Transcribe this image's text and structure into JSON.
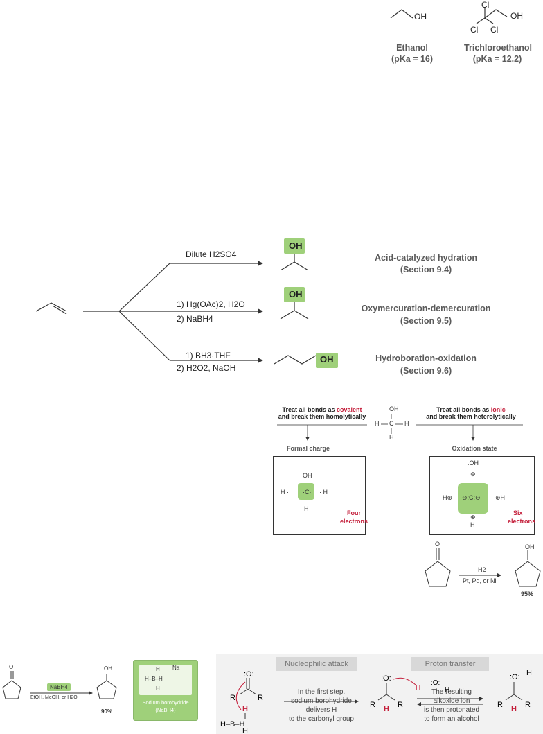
{
  "top": {
    "ethanol": {
      "formula_oh": "OH",
      "name": "Ethanol",
      "pka": "(pKa = 16)"
    },
    "trichloroethanol": {
      "cl_top": "Cl",
      "cl_left": "Cl",
      "cl_right": "Cl",
      "formula_oh": "OH",
      "name": "Trichloroethanol",
      "pka": "(pKa = 12.2)"
    }
  },
  "hydration": {
    "reactions": [
      {
        "reagent_line1": "Dilute H2SO4",
        "reagent_line2": "",
        "product_oh": "OH",
        "name": "Acid-catalyzed hydration",
        "section": "(Section 9.4)"
      },
      {
        "reagent_line1": "1) Hg(OAc)2, H2O",
        "reagent_line2": "2) NaBH4",
        "product_oh": "OH",
        "name": "Oxymercuration-demercuration",
        "section": "(Section 9.5)"
      },
      {
        "reagent_line1": "1) BH3·THF",
        "reagent_line2": "2) H2O2, NaOH",
        "product_oh": "OH",
        "name": "Hydroboration-oxidation",
        "section": "(Section 9.6)"
      }
    ]
  },
  "oxidation": {
    "left_heading_1": "Treat all bonds as ",
    "left_heading_red": "covalent",
    "left_heading_2": "and break them homolytically",
    "right_heading_1": "Treat all bonds as ",
    "right_heading_red": "ionic",
    "right_heading_2": "and break them heterolytically",
    "center_oh": "OH",
    "center_h_left": "H",
    "center_c": "C",
    "center_h_right": "H",
    "center_h_bottom": "H",
    "formal_title": "Formal charge",
    "oxstate_title": "Oxidation state",
    "four": "Four",
    "four_electrons": "electrons",
    "six": "Six",
    "six_electrons": "electrons"
  },
  "hydrogenation": {
    "reagent_top": "H2",
    "reagent_bottom": "Pt, Pd, or Ni",
    "product_oh": "OH",
    "o_label": "O",
    "yield": "95%"
  },
  "borohydride": {
    "o_label": "O",
    "reagent": "NaBH4",
    "solvent": "EtOH, MeOH, or H2O",
    "product_oh": "OH",
    "yield": "90%",
    "na": "Na",
    "box_label_1": "Sodium borohydride",
    "box_label_2": "(NaBH4)"
  },
  "mechanism": {
    "step1_title": "Nucleophilic attack",
    "step2_title": "Proton transfer",
    "step1_text": [
      "In the first step,",
      "sodium borohydride",
      "delivers H",
      "to the carbonyl group"
    ],
    "step2_text": [
      "The resulting",
      "alkoxide ion",
      "is then protonated",
      "to form an alcohol"
    ]
  },
  "colors": {
    "highlight_green": "#9fd07a",
    "accent_red": "#c41e3a",
    "mechanism_bg": "#f2f2f2"
  }
}
